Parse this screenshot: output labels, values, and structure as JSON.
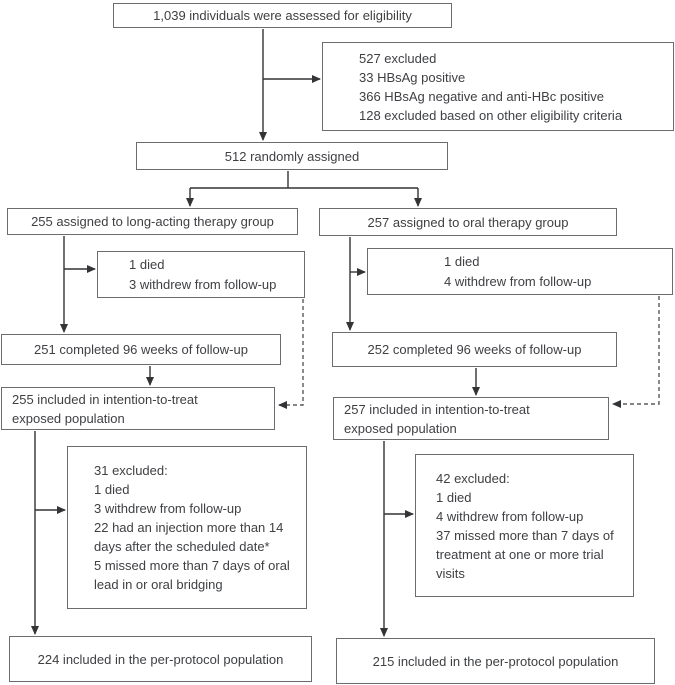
{
  "figure": {
    "type": "consort-flow-diagram",
    "background": "#ffffff",
    "box_border_color": "#6a6c6f",
    "text_color": "#3f4043",
    "arrow_color": "#333436",
    "dashed_line_color": "#5a5b5e"
  },
  "boxes": {
    "assessed": {
      "text": "1,039 individuals were assessed for eligibility"
    },
    "excluded_top": {
      "lines": [
        "527 excluded",
        "33 HBsAg positive",
        "366 HBsAg negative and anti-HBc positive",
        "128 excluded based on other eligibility criteria"
      ]
    },
    "randomized": {
      "text": "512 randomly assigned"
    },
    "la_group": {
      "text": "255 assigned to long-acting therapy group"
    },
    "oral_group": {
      "text": "257 assigned to oral therapy group"
    },
    "la_withdrawn": {
      "lines": [
        "1 died",
        "3 withdrew from follow-up"
      ]
    },
    "oral_withdrawn": {
      "lines": [
        "1 died",
        "4 withdrew from follow-up"
      ]
    },
    "la_completed": {
      "text": "251 completed 96 weeks of follow-up"
    },
    "oral_completed": {
      "text": "252 completed 96 weeks of follow-up"
    },
    "la_itt": {
      "lines": [
        "255 included in intention-to-treat",
        "exposed population"
      ]
    },
    "oral_itt": {
      "lines": [
        "257 included in intention-to-treat",
        "exposed population"
      ]
    },
    "la_excluded": {
      "lines": [
        "31 excluded:",
        "1 died",
        "3 withdrew from follow-up",
        "22 had an injection more than 14",
        "days after the scheduled date*",
        "5 missed more than 7 days of oral",
        "lead in or oral bridging"
      ]
    },
    "oral_excluded": {
      "lines": [
        "42 excluded:",
        "1 died",
        "4 withdrew from follow-up",
        "37 missed more than 7 days of",
        "treatment at one or more trial visits"
      ]
    },
    "la_pp": {
      "text": "224 included in the per-protocol population"
    },
    "oral_pp": {
      "text": "215 included in the per-protocol population"
    }
  }
}
